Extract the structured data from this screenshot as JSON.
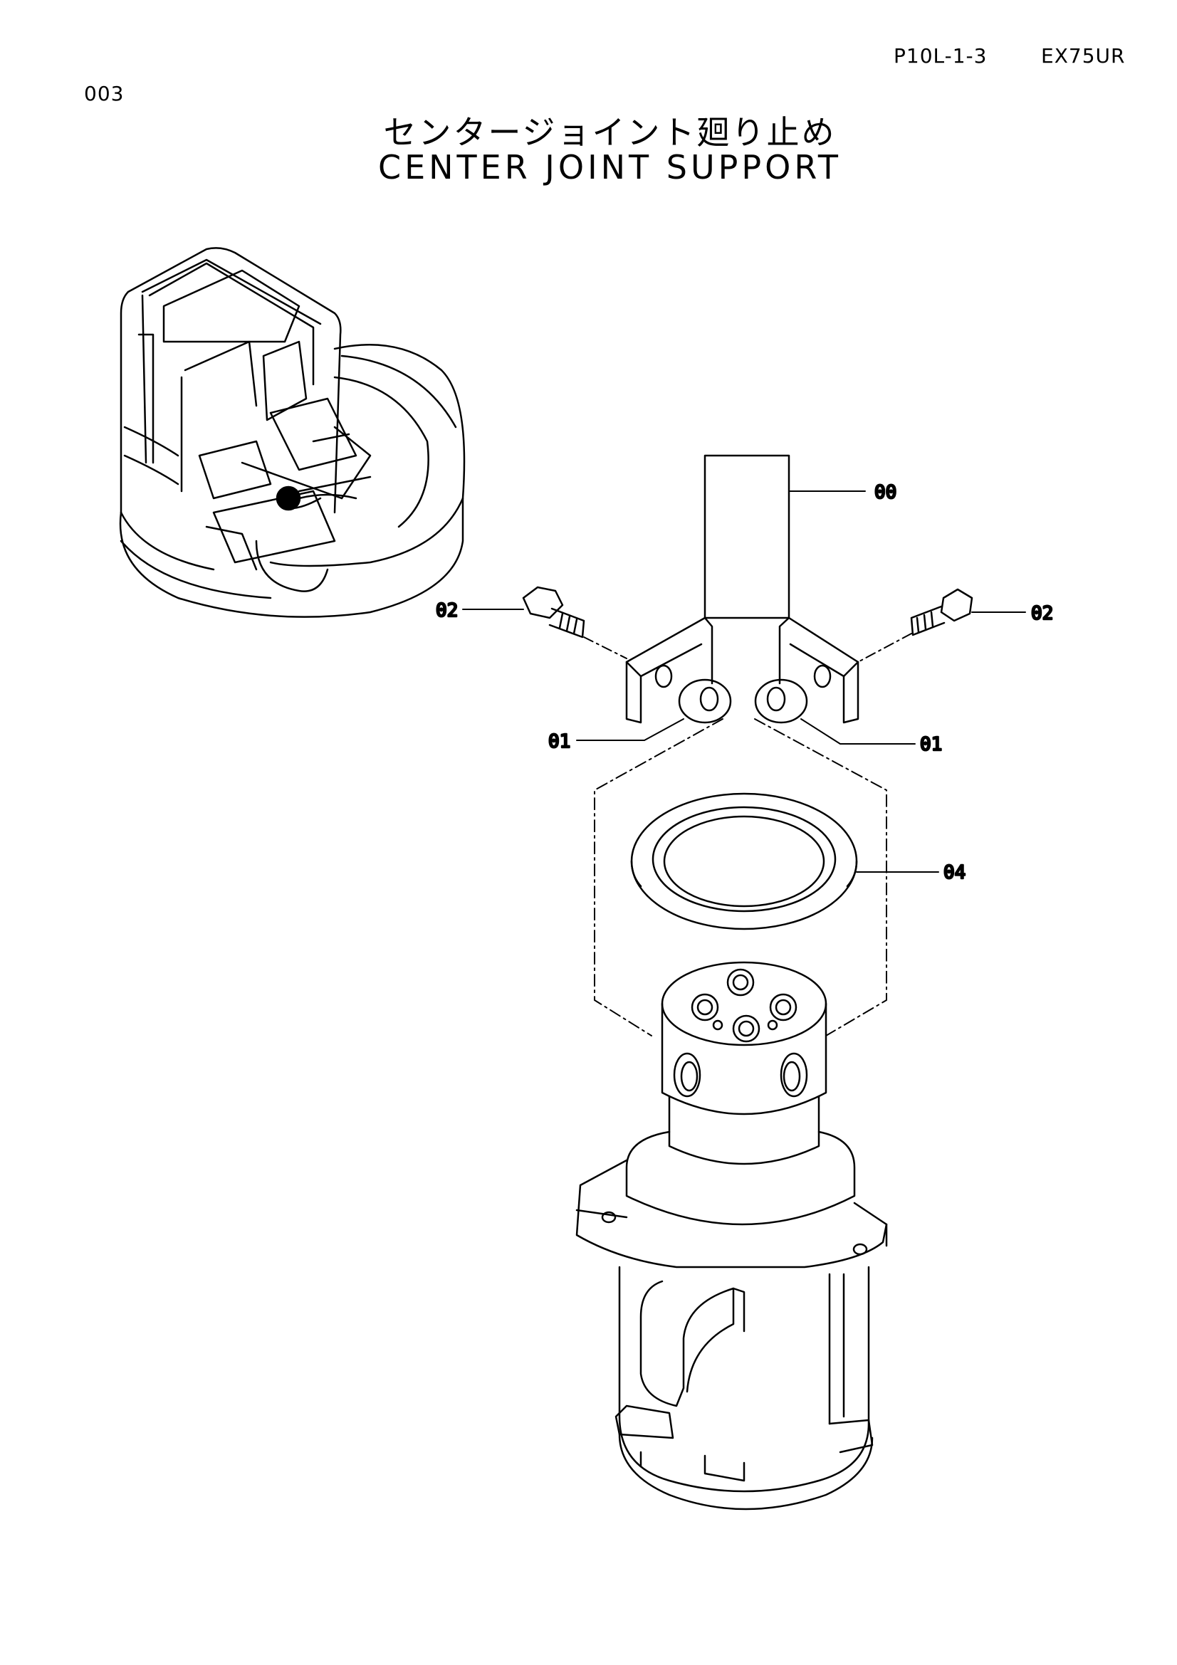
{
  "header": {
    "page_code": "P10L-1-3",
    "model": "EX75UR",
    "page_number": "003"
  },
  "title": {
    "japanese": "センタージョイント廻り止め",
    "english": "CENTER JOINT SUPPORT"
  },
  "callouts": {
    "stopper": "00",
    "washer_left": "01",
    "washer_right": "01",
    "bolt_left": "02",
    "bolt_right": "02",
    "seal_ring": "04"
  }
}
